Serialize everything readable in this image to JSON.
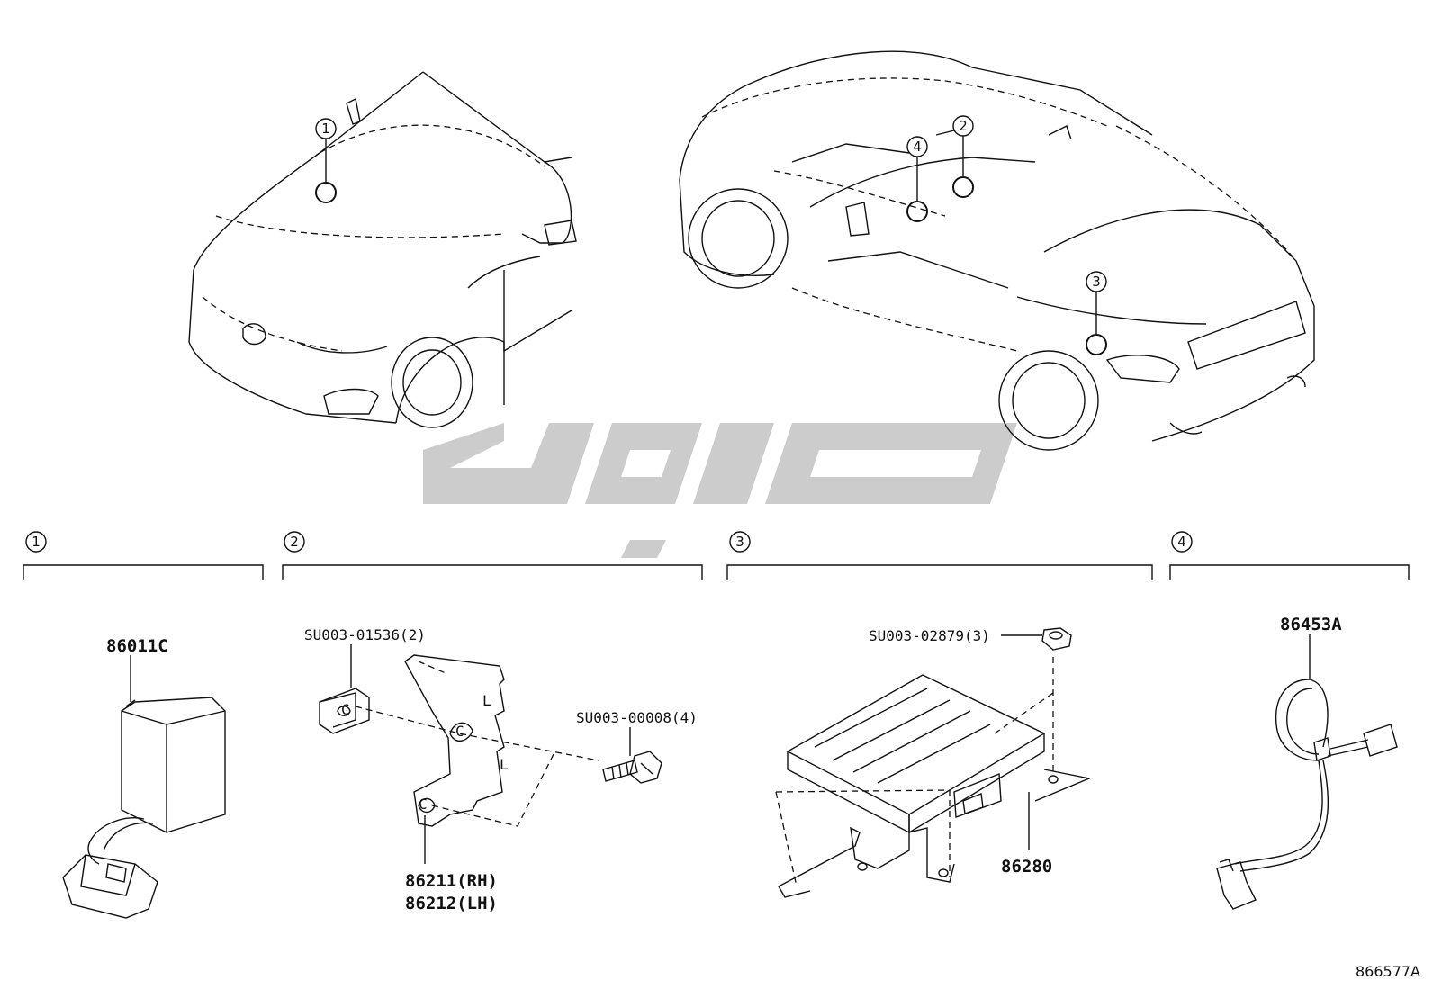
{
  "callouts": [
    "1",
    "2",
    "3",
    "4"
  ],
  "parts": {
    "p86011c": "86011C",
    "su01536": "SU003-01536(2)",
    "su00008": "SU003-00008(4)",
    "p86211": "86211(RH)",
    "p86212": "86212(LH)",
    "su02879": "SU003-02879(3)",
    "p86280": "86280",
    "p86453a": "86453A"
  },
  "bracket_marks": [
    "L",
    "L",
    "C",
    "C",
    "C"
  ],
  "figure_id": "866577A",
  "watermark": "تویارت"
}
